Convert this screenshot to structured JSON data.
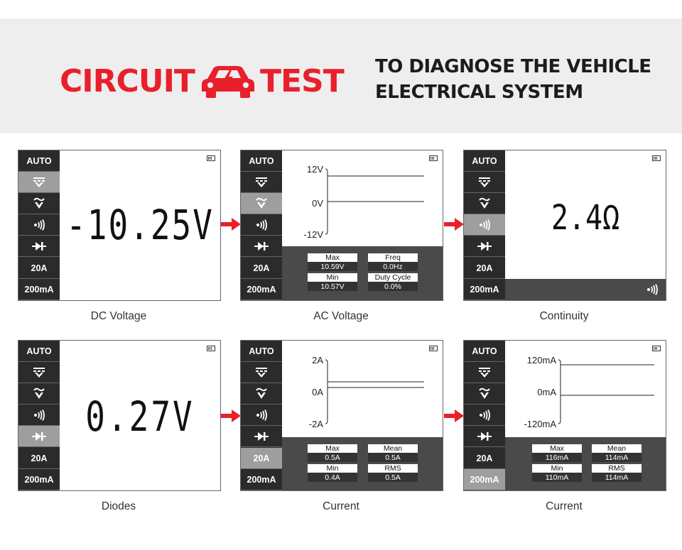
{
  "header": {
    "brand_left": "CIRCUIT",
    "brand_right": "TEST",
    "tagline_line1": "TO DIAGNOSE THE VEHICLE",
    "tagline_line2": "ELECTRICAL SYSTEM",
    "brand_color": "#e8202c",
    "logo_icon": "car-lightning-icon"
  },
  "side_buttons": {
    "auto": "AUTO",
    "dc_voltage": "dc-voltage-icon",
    "ac_voltage": "ac-voltage-icon",
    "continuity": "continuity-icon",
    "diode": "diode-icon",
    "a20": "20A",
    "ma200": "200mA"
  },
  "devices": [
    {
      "caption": "DC Voltage",
      "selected": "dc",
      "reading": "-10.25V"
    },
    {
      "caption": "AC Voltage",
      "selected": "ac",
      "wave_labels": [
        "12V",
        "0V",
        "-12V"
      ],
      "stats": [
        {
          "label": "Max",
          "value": "10.59V"
        },
        {
          "label": "Freq",
          "value": "0.0Hz"
        },
        {
          "label": "Min",
          "value": "10.57V"
        },
        {
          "label": "Duty Cycle",
          "value": "0.0%"
        }
      ]
    },
    {
      "caption": "Continuity",
      "selected": "cont",
      "reading": "2.4Ω"
    },
    {
      "caption": "Diodes",
      "selected": "diode",
      "reading": "0.27V"
    },
    {
      "caption": "Current",
      "selected": "20A",
      "wave_labels": [
        "2A",
        "0A",
        "-2A"
      ],
      "stats": [
        {
          "label": "Max",
          "value": "0.5A"
        },
        {
          "label": "Mean",
          "value": "0.5A"
        },
        {
          "label": "Min",
          "value": "0.4A"
        },
        {
          "label": "RMS",
          "value": "0.5A"
        }
      ]
    },
    {
      "caption": "Current",
      "selected": "200mA",
      "wave_labels": [
        "120mA",
        "0mA",
        "-120mA"
      ],
      "stats": [
        {
          "label": "Max",
          "value": "116mA"
        },
        {
          "label": "Mean",
          "value": "114mA"
        },
        {
          "label": "Min",
          "value": "110mA"
        },
        {
          "label": "RMS",
          "value": "114mA"
        }
      ]
    }
  ],
  "colors": {
    "arrow": "#e8202c",
    "sidebar": "#2b2b2b",
    "selected": "#9e9e9e"
  }
}
